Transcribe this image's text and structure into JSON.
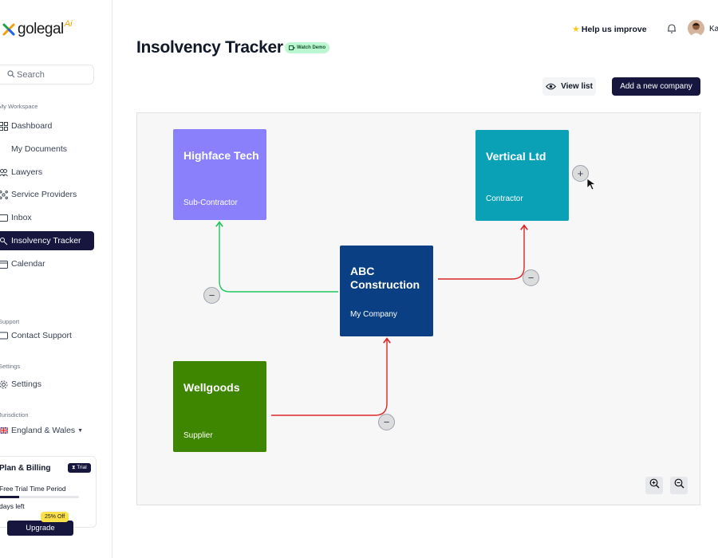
{
  "brand": {
    "logo_text": "golegal",
    "logo_suffix": "Ai"
  },
  "sidebar": {
    "search_placeholder": "Search",
    "workspace_label": "My Workspace",
    "items": [
      {
        "label": "Dashboard",
        "icon": "grid-icon"
      },
      {
        "label": "My Documents",
        "icon": "document-icon"
      },
      {
        "label": "Lawyers",
        "icon": "users-icon"
      },
      {
        "label": "Service Providers",
        "icon": "network-icon"
      },
      {
        "label": "Inbox",
        "icon": "inbox-icon"
      },
      {
        "label": "Insolvency Tracker",
        "icon": "tracker-icon",
        "active": true
      },
      {
        "label": "Calendar",
        "icon": "calendar-icon"
      }
    ],
    "support_label": "Support",
    "contact_support": "Contact Support",
    "settings_label": "Settings",
    "settings": "Settings",
    "jurisdiction_label": "Jurisdiction",
    "jurisdiction_value": "England & Wales"
  },
  "billing": {
    "title": "Plan & Billing",
    "badge": "Trial",
    "subtitle": "Free Trial Time Period",
    "progress_fraction": 0.25,
    "days_left": "days left",
    "discount": "25% Off",
    "upgrade": "Upgrade"
  },
  "header": {
    "title": "Insolvency Tracker",
    "watch_demo": "Watch Demo",
    "help": "Help us improve",
    "user_name": "Ka"
  },
  "toolbar": {
    "view_list": "View list",
    "add_company": "Add a new company"
  },
  "graph": {
    "nodes": [
      {
        "id": "highface",
        "name": "Highface Tech",
        "role": "Sub-Contractor",
        "color": "#8b80fb"
      },
      {
        "id": "vertical",
        "name": "Vertical Ltd",
        "role": "Contractor",
        "color": "#0aa1b6"
      },
      {
        "id": "abc",
        "name": "ABC Construction",
        "role": "My Company",
        "color": "#0b3f84"
      },
      {
        "id": "wellgoods",
        "name": "Wellgoods",
        "role": "Supplier",
        "color": "#3f8600"
      }
    ],
    "edges": [
      {
        "from": "abc",
        "to": "highface",
        "color": "#22c55e"
      },
      {
        "from": "abc",
        "to": "vertical",
        "color": "#dc2626"
      },
      {
        "from": "wellgoods",
        "to": "abc",
        "color": "#dc2626"
      }
    ],
    "add_symbol": "+",
    "remove_symbol": "−"
  },
  "colors": {
    "primary": "#16163f",
    "canvas_bg": "#f7f7f7",
    "badge_green": "#bbf7d0",
    "discount_yellow": "#fde047"
  }
}
